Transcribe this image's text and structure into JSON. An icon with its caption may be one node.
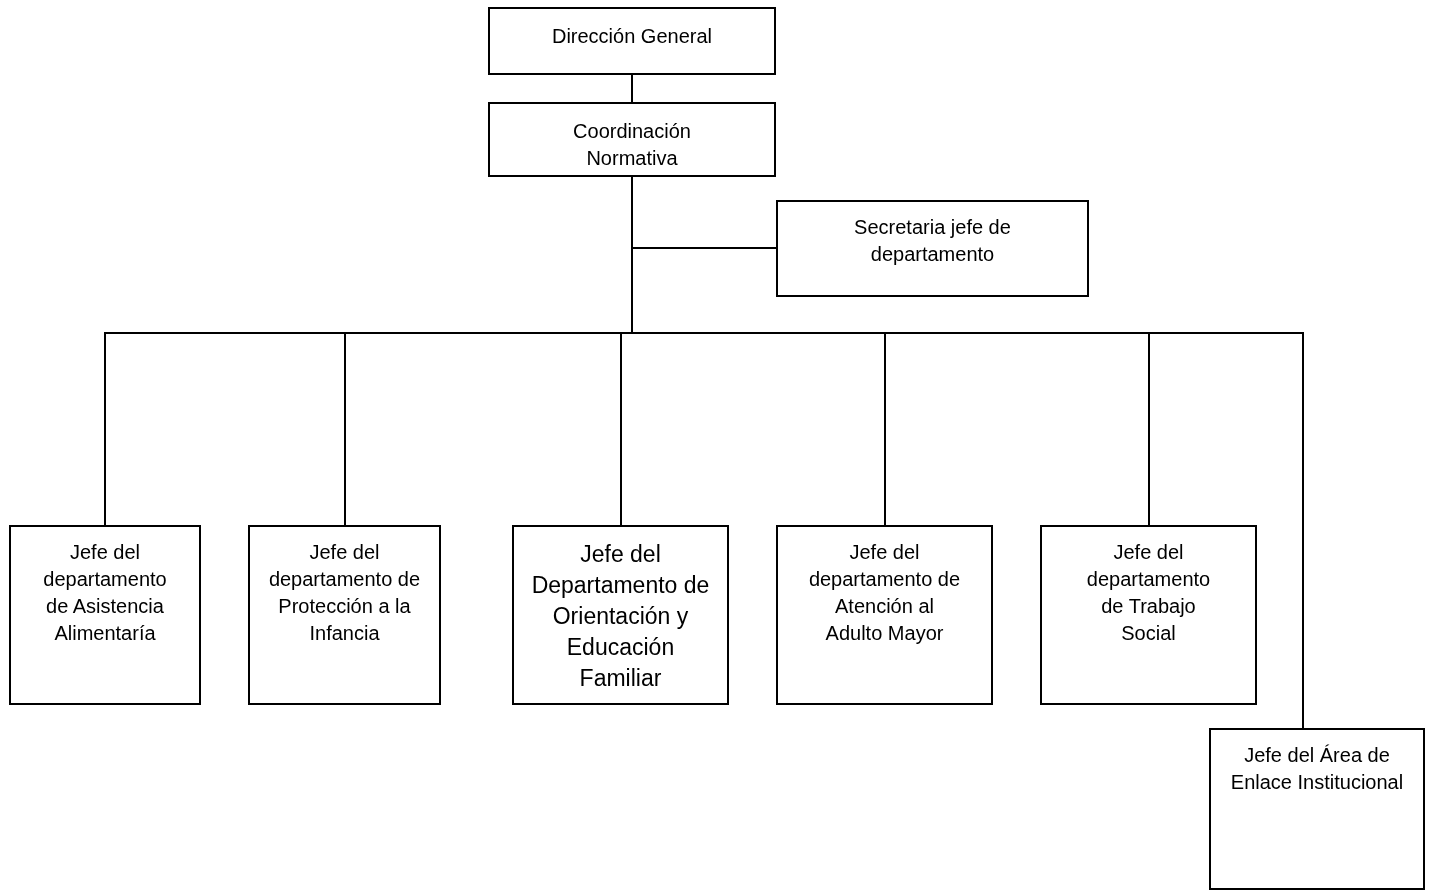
{
  "diagram": {
    "nodes": [
      {
        "text": [
          "Dirección General"
        ]
      },
      {
        "text": [
          "Coordinación Normativa"
        ]
      },
      {
        "text": [
          "Secretaria jefe de departamento"
        ]
      },
      {
        "text": [
          "Jefe del departamento de Asistencia Alimentaría"
        ]
      },
      {
        "text": [
          "Jefe del departamento de Protección a la Infancia"
        ]
      },
      {
        "text": [
          "Jefe del Departamento de Orientación y Educación Familiar"
        ]
      },
      {
        "text": [
          "Jefe del departamento de Atención al Adulto Mayor"
        ]
      },
      {
        "text": [
          "Jefe del departamento de Trabajo Social"
        ]
      },
      {
        "text": [
          "Jefe del Área de Enlace Institucional"
        ]
      }
    ],
    "edges": [
      {
        "from": 0,
        "to": 1,
        "arrow": "none"
      },
      {
        "from": 1,
        "to": 2,
        "arrow": "none"
      },
      {
        "from": 1,
        "to": 3,
        "arrow": "none"
      },
      {
        "from": 1,
        "to": 4,
        "arrow": "none"
      },
      {
        "from": 1,
        "to": 5,
        "arrow": "none"
      },
      {
        "from": 1,
        "to": 6,
        "arrow": "none"
      },
      {
        "from": 1,
        "to": 7,
        "arrow": "none"
      },
      {
        "from": 1,
        "to": 8,
        "arrow": "none"
      }
    ]
  }
}
